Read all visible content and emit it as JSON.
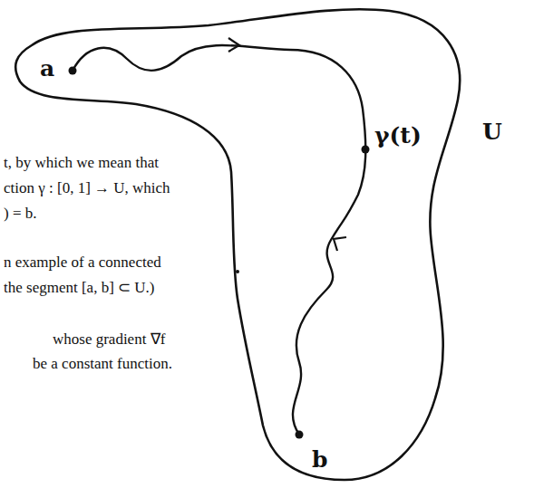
{
  "diagram": {
    "labels": [
      "t, by which we mean that",
      "ction γ : [0, 1] → U, which",
      ") = b.",
      "n example of a connected",
      " the segment [a, b] ⊂ U.)",
      "whose gradient ∇f",
      "be a constant function.",
      "a",
      "γ(t)",
      "U",
      "b"
    ]
  }
}
